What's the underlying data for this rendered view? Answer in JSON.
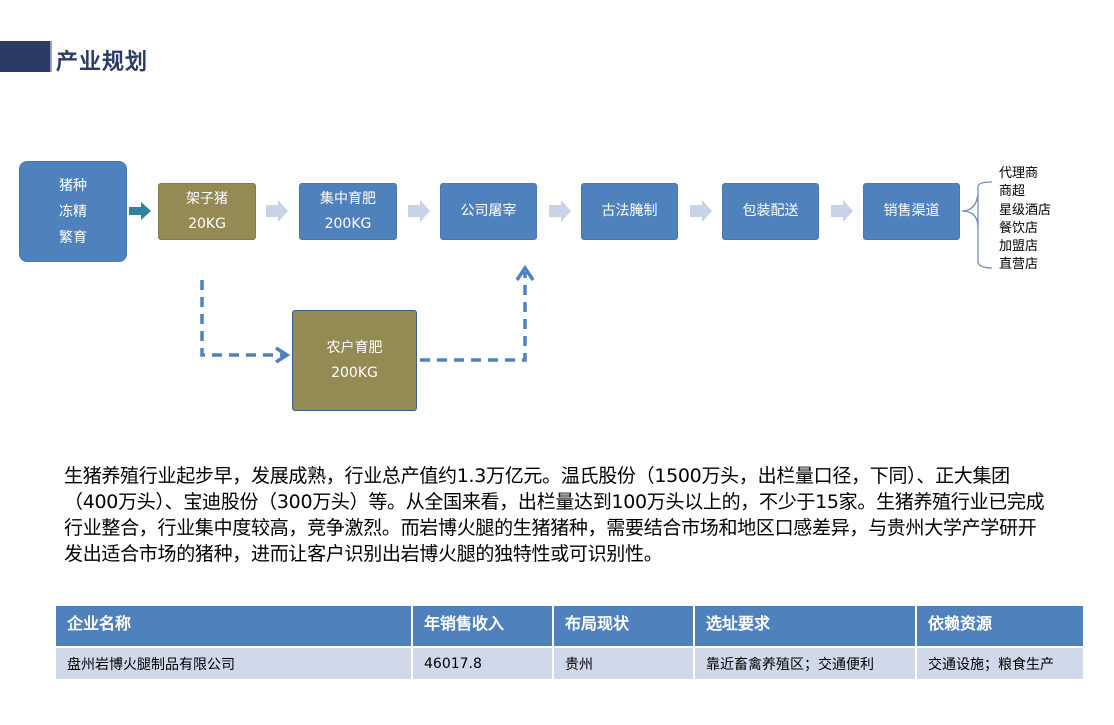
{
  "page": {
    "title": "产业规划"
  },
  "flow": {
    "start": {
      "lines": [
        "猪种",
        "冻精",
        "繁育"
      ]
    },
    "steps": [
      {
        "label": "架子猪",
        "sub": "20KG"
      },
      {
        "label": "集中育肥",
        "sub": "200KG"
      },
      {
        "label": "公司屠宰",
        "sub": ""
      },
      {
        "label": "古法腌制",
        "sub": ""
      },
      {
        "label": "包装配送",
        "sub": ""
      },
      {
        "label": "销售渠道",
        "sub": ""
      }
    ],
    "branch": {
      "label": "农户育肥",
      "sub": "200KG"
    },
    "channels": [
      "代理商",
      "商超",
      "星级酒店",
      "餐饮店",
      "加盟店",
      "直营店"
    ]
  },
  "paragraph": "生猪养殖行业起步早，发展成熟，行业总产值约1.3万亿元。温氏股份（1500万头，出栏量口径，下同）、正大集团（400万头）、宝迪股份（300万头）等。从全国来看，出栏量达到100万头以上的，不少于15家。生猪养殖行业已完成行业整合，行业集中度较高，竞争激烈。而岩博火腿的生猪猪种，需要结合市场和地区口感差异，与贵州大学产学研开发出适合市场的猪种，进而让客户识别出岩博火腿的独特性或可识别性。",
  "table": {
    "headers": [
      "企业名称",
      "年销售收入",
      "布局现状",
      "选址要求",
      "依赖资源"
    ],
    "rows": [
      [
        "盘州岩博火腿制品有限公司",
        "46017.8",
        "贵州",
        "靠近畜禽养殖区；交通便利",
        "交通设施；粮食生产"
      ]
    ]
  },
  "colors": {
    "title_bar": "#2c3a66",
    "node_blue": "#4f81bd",
    "node_olive": "#948a54",
    "arrow_light": "#c8d3e8",
    "arrow_teal": "#31849b",
    "dashed": "#4f81bd",
    "table_header": "#4f81bd",
    "table_row": "#d0d9ea"
  }
}
